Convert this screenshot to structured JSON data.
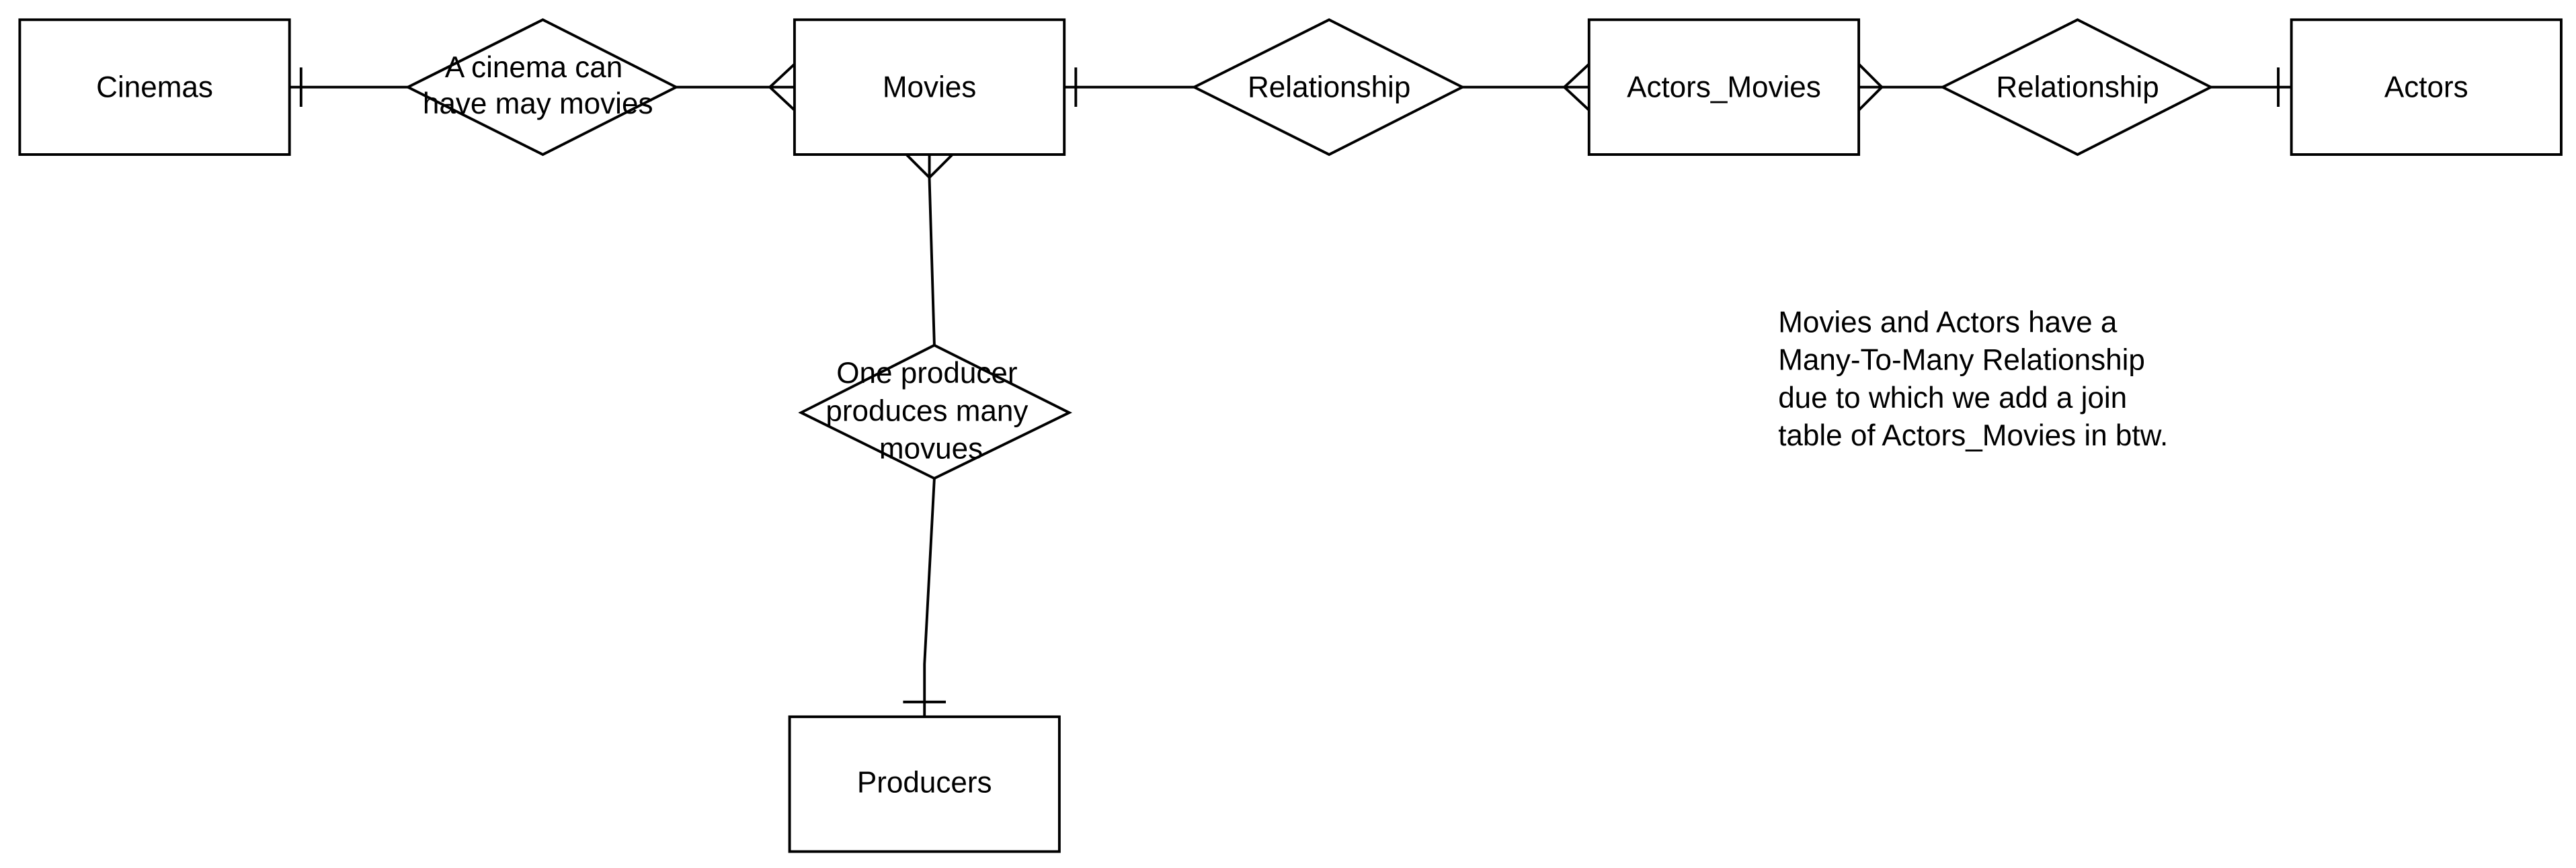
{
  "entities": {
    "cinemas": "Cinemas",
    "movies": "Movies",
    "actors_movies": "Actors_Movies",
    "actors": "Actors",
    "producers": "Producers"
  },
  "relationships": {
    "cinema_movies": [
      "A cinema can",
      "have may movies"
    ],
    "movies_actors_movies": [
      "Relationship"
    ],
    "actors_movies_actors": [
      "Relationship"
    ],
    "producer_movies": [
      "One producer",
      "produces many",
      "movues"
    ]
  },
  "note": [
    "Movies and Actors have a",
    "Many-To-Many Relationship",
    "due to which we add a join",
    "table of Actors_Movies in btw."
  ]
}
